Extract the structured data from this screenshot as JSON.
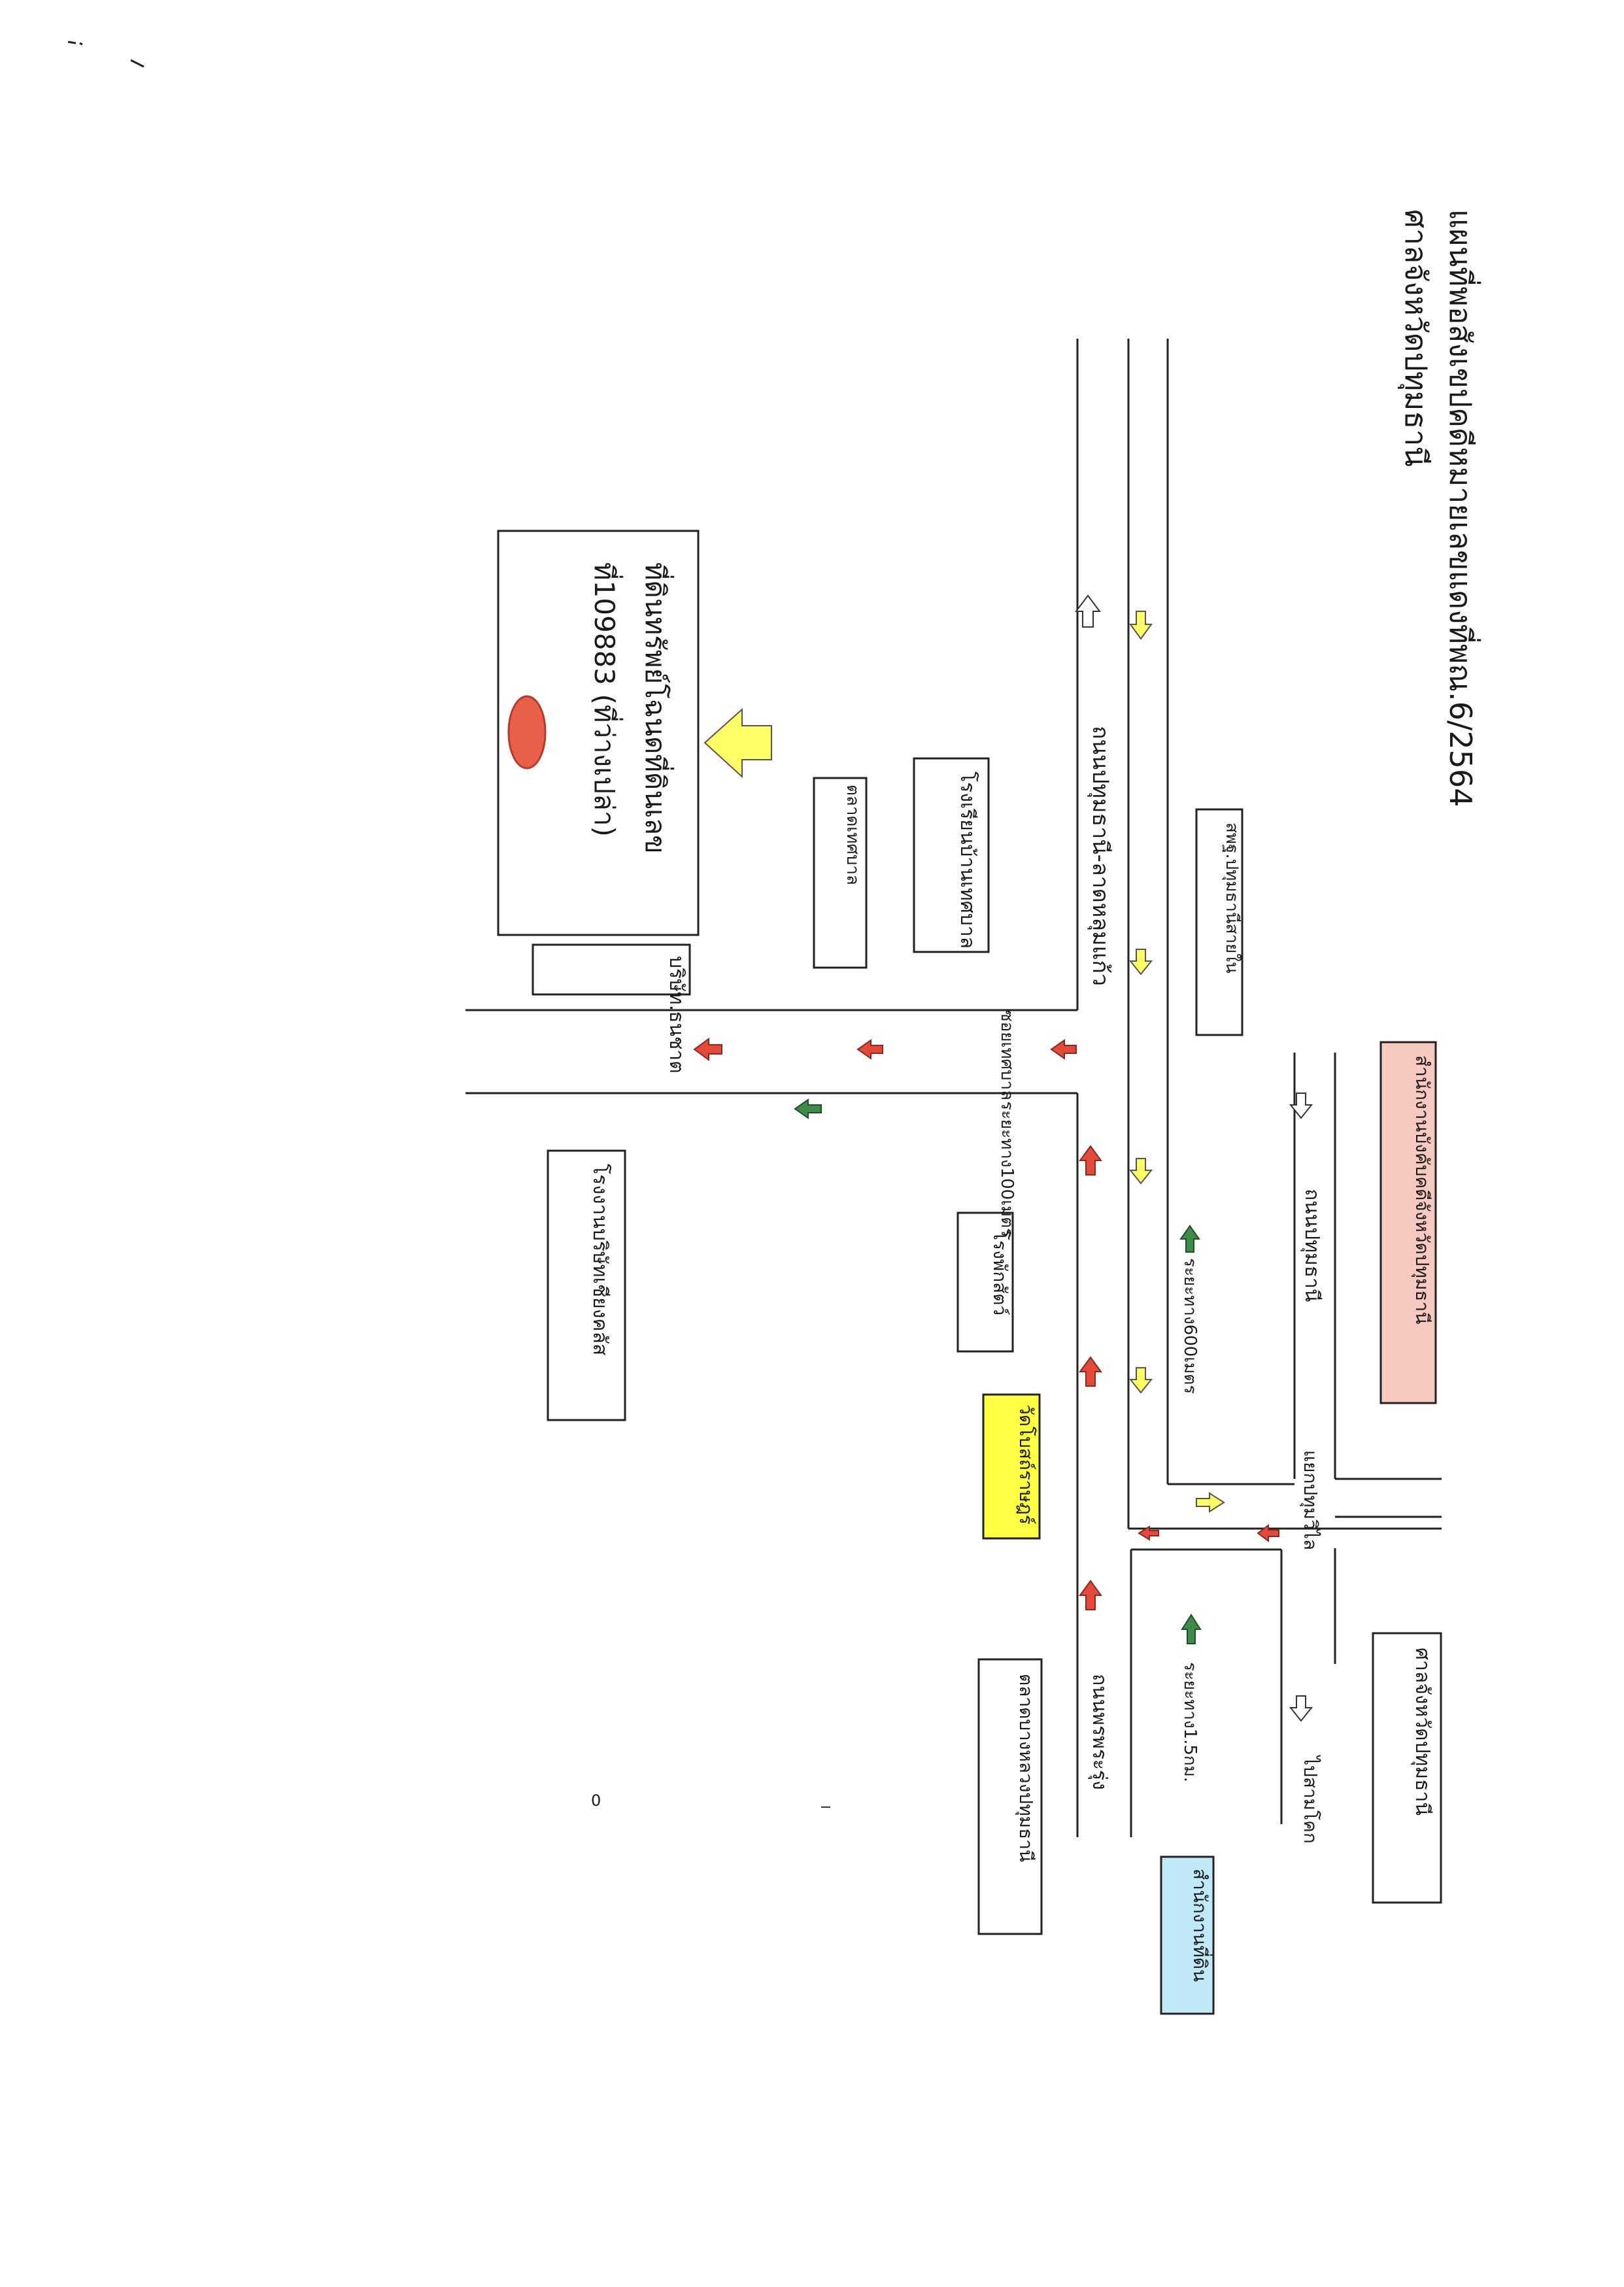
{
  "title_line1": "แผนที่พอสังเขปคดีหมายเลขแดงที่พณ.6/2564",
  "title_line2": "ศาลจังหวัดปทุมธานี",
  "main_target": {
    "line1": "ที่ดินทรัพย์โฉนดที่ดินเลข",
    "line2": "ที่109883 (ที่ว่างเปล่า)"
  },
  "roads": {
    "pathum_lat_lum_kaeo": "ถนนปทุมธานี-ลาดหลุมแก้ว",
    "pathum": "ถนนปทุมธานี",
    "rue_uea": "ถนนพรพระรุ่ง",
    "soi": "ซอยเทศบาล",
    "pathum_intersection": "แยกปทุมวิไล",
    "to_sam_khok": "ไปสามโคก"
  },
  "places": {
    "pathum_school": "สพฐ.ปทุมธานีสายใน",
    "bank": "บริษัท.ธนชาต",
    "school": "โรงเรียนบ้านเทศบาล",
    "market": "ตลาดเทศบาล",
    "shrine": "โรงพักสัตว์",
    "temple": "วัดโบสถ์ราษฎร์",
    "factory": "โรงงานบริษัทเชียงคลัส",
    "provincial_admin_office": "สำนักงานบังคับคดีจังหวัดปทุมธานี",
    "provincial_court": "ศาลจังหวัดปทุมธานี",
    "land_office": "สำนักงานที่ดิน",
    "market_pathum": "ตลาดบางหลวงปทุมธานี"
  },
  "distances": {
    "d100": "ระยะทาง100เมตร",
    "d600": "ระยะทาง600เมตร",
    "d1500": "ระยะทาง1.5กม."
  },
  "stray_mark": "0",
  "colors": {
    "target_oval": "#e8604c",
    "yellow_arrow": "#ffff66",
    "red_arrow": "#e24b3b",
    "green_arrow": "#3f8a48",
    "temple_fill": "#ffff44",
    "admin_office_fill": "#f7c9c0",
    "land_office_fill": "#bfe9f7"
  }
}
